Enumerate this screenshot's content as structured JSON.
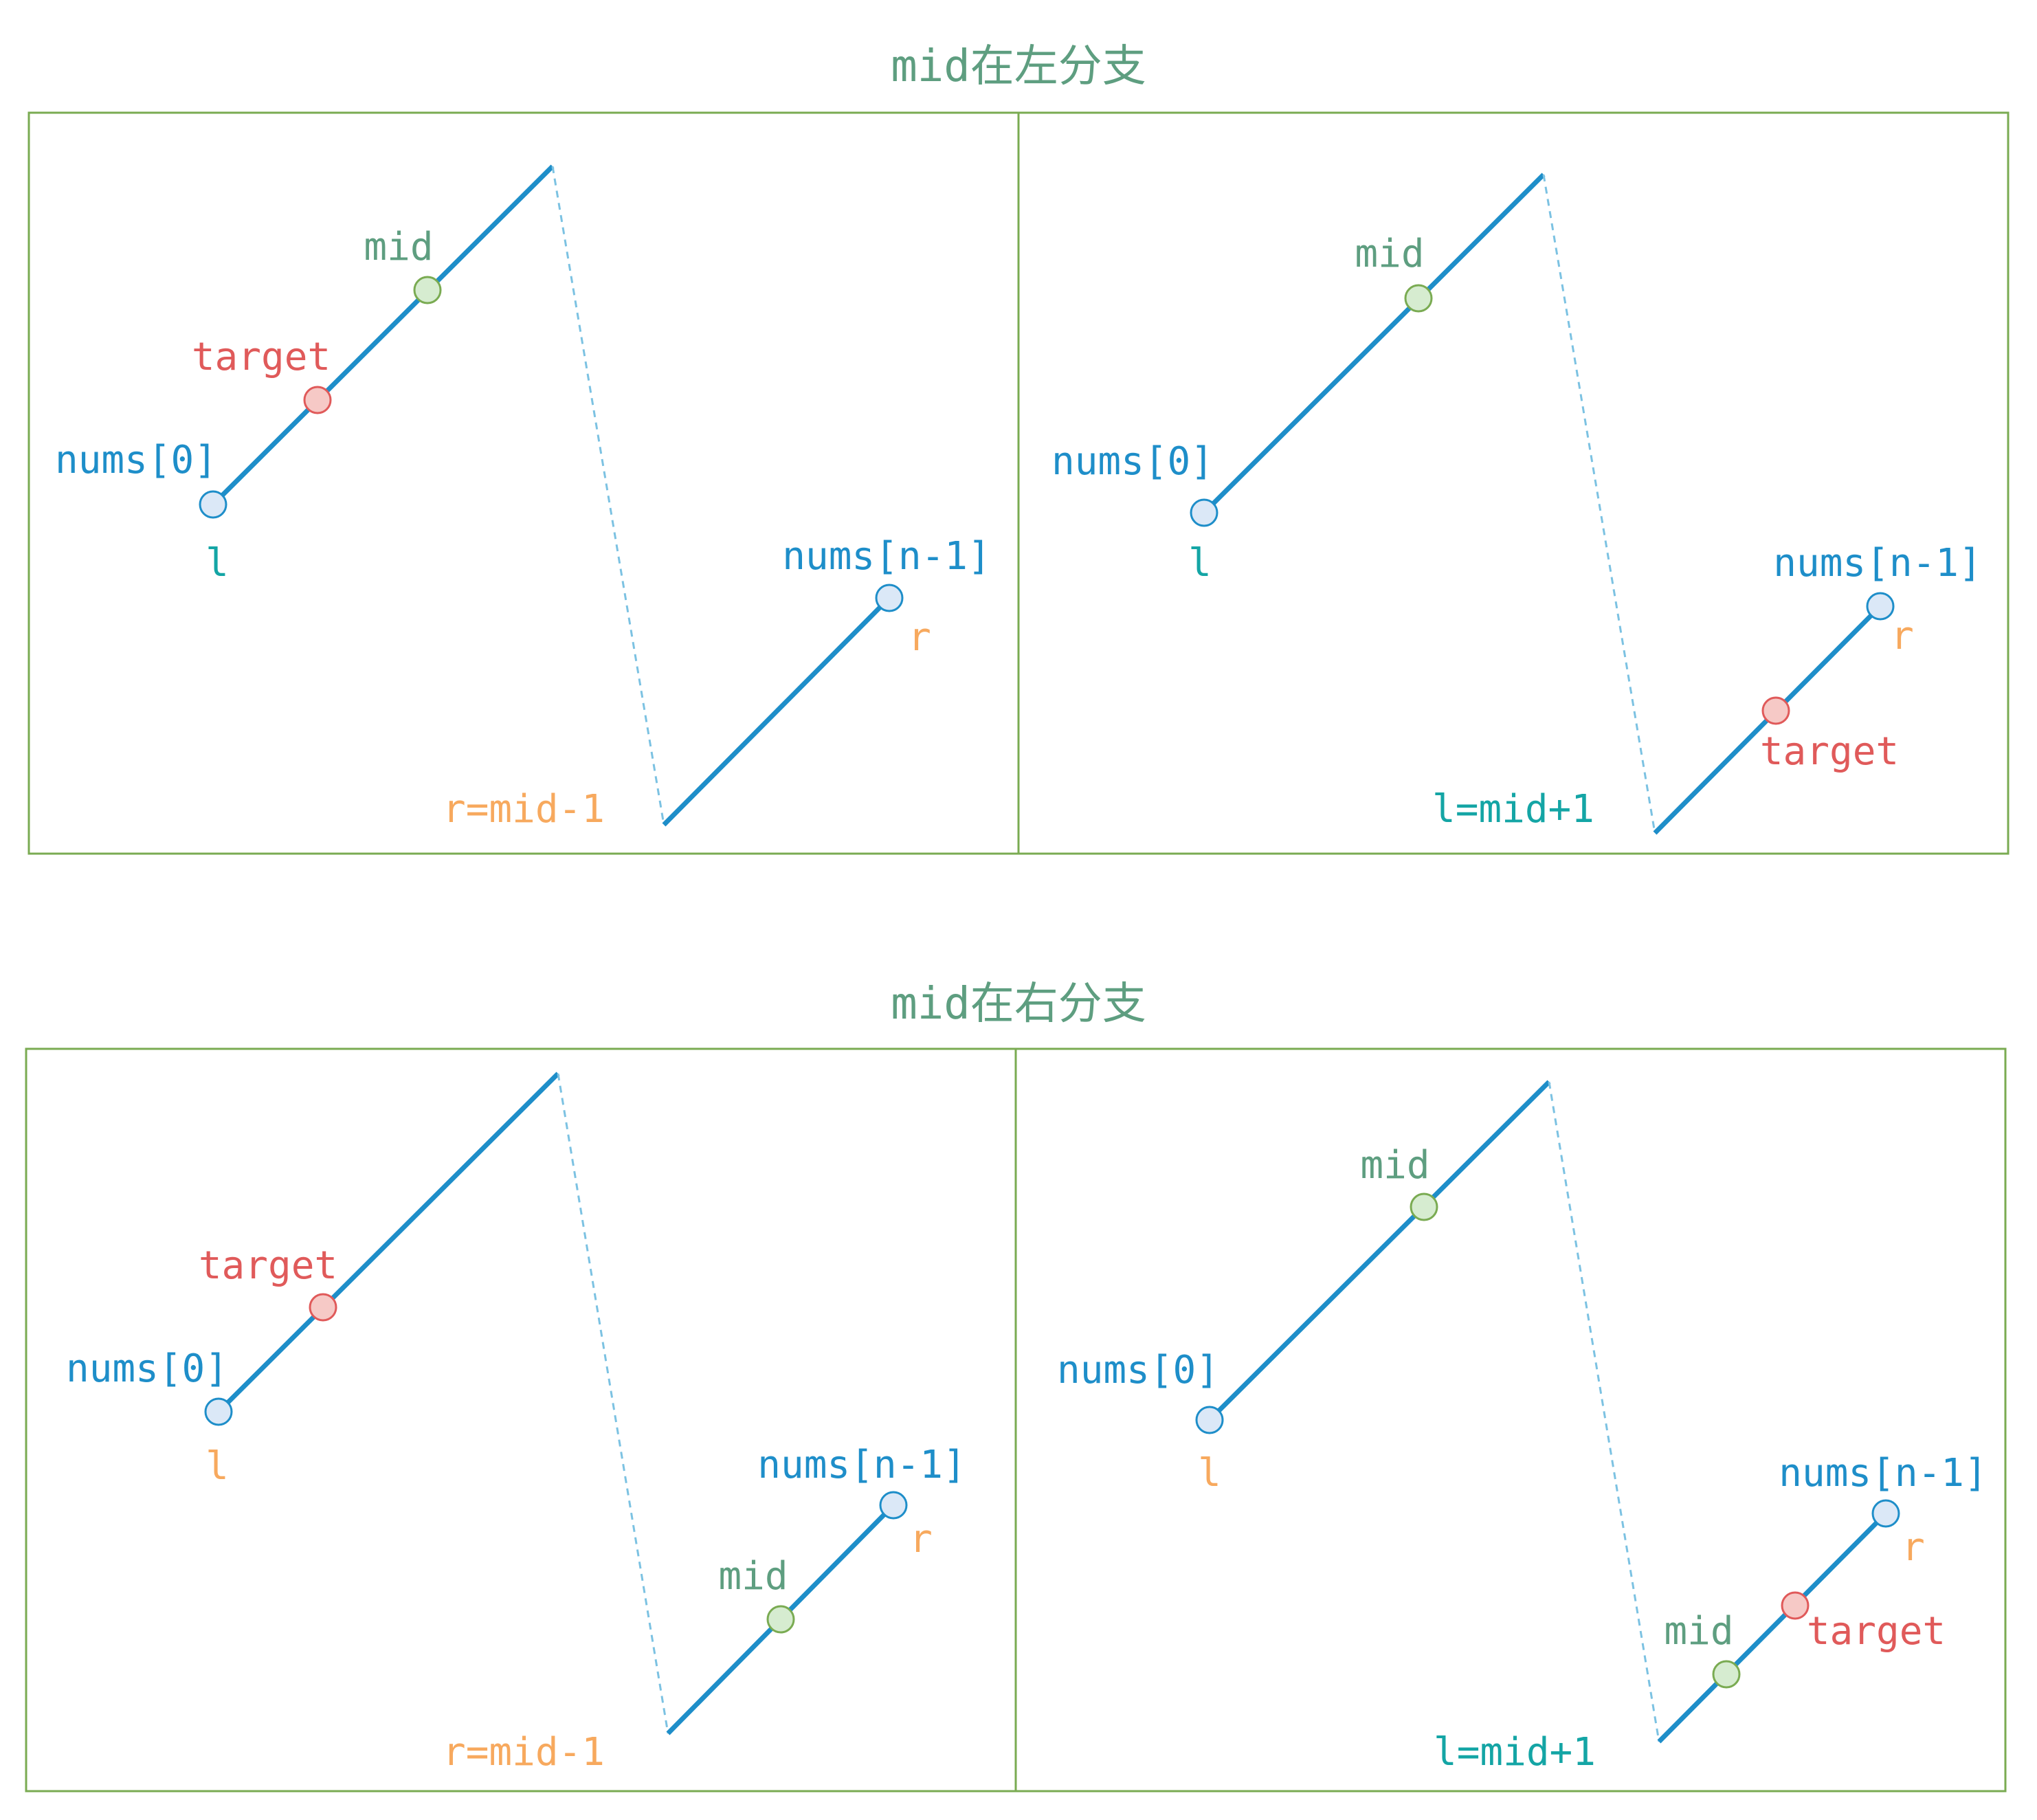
{
  "colors": {
    "frame": "#7aab52",
    "title": "#5e9e80",
    "line": "#1e8ec9",
    "dash": "#7cc2e2",
    "node_fill": "#dbe8f7",
    "node_stroke": "#1e8ec9",
    "mid_fill": "#d6ecd0",
    "mid_stroke": "#7aab52",
    "target_fill": "#f6c9c6",
    "target_stroke": "#e05a5a",
    "label_blue": "#1e8ec9",
    "label_green": "#5e9e80",
    "label_red": "#e05a5a",
    "label_orange": "#f7a95e",
    "label_teal": "#14a5a5"
  },
  "sections": [
    {
      "title": "mid在左分支",
      "panels": [
        {
          "labels": {
            "start": "nums[0]",
            "end": "nums[n-1]",
            "mid": "mid",
            "target": "target",
            "l": "l",
            "r": "r",
            "update": "r=mid-1"
          },
          "roles": {
            "l": "teal",
            "r": "orange",
            "update": "orange"
          }
        },
        {
          "labels": {
            "start": "nums[0]",
            "end": "nums[n-1]",
            "mid": "mid",
            "target": "target",
            "l": "l",
            "r": "r",
            "update": "l=mid+1"
          },
          "roles": {
            "l": "teal",
            "r": "orange",
            "update": "teal"
          }
        }
      ]
    },
    {
      "title": "mid在右分支",
      "panels": [
        {
          "labels": {
            "start": "nums[0]",
            "end": "nums[n-1]",
            "mid": "mid",
            "target": "target",
            "l": "l",
            "r": "r",
            "update": "r=mid-1"
          },
          "roles": {
            "l": "orange",
            "r": "orange",
            "update": "orange"
          }
        },
        {
          "labels": {
            "start": "nums[0]",
            "end": "nums[n-1]",
            "mid": "mid",
            "target": "target",
            "l": "l",
            "r": "r",
            "update": "l=mid+1"
          },
          "roles": {
            "l": "orange",
            "r": "orange",
            "update": "teal"
          }
        }
      ]
    }
  ]
}
